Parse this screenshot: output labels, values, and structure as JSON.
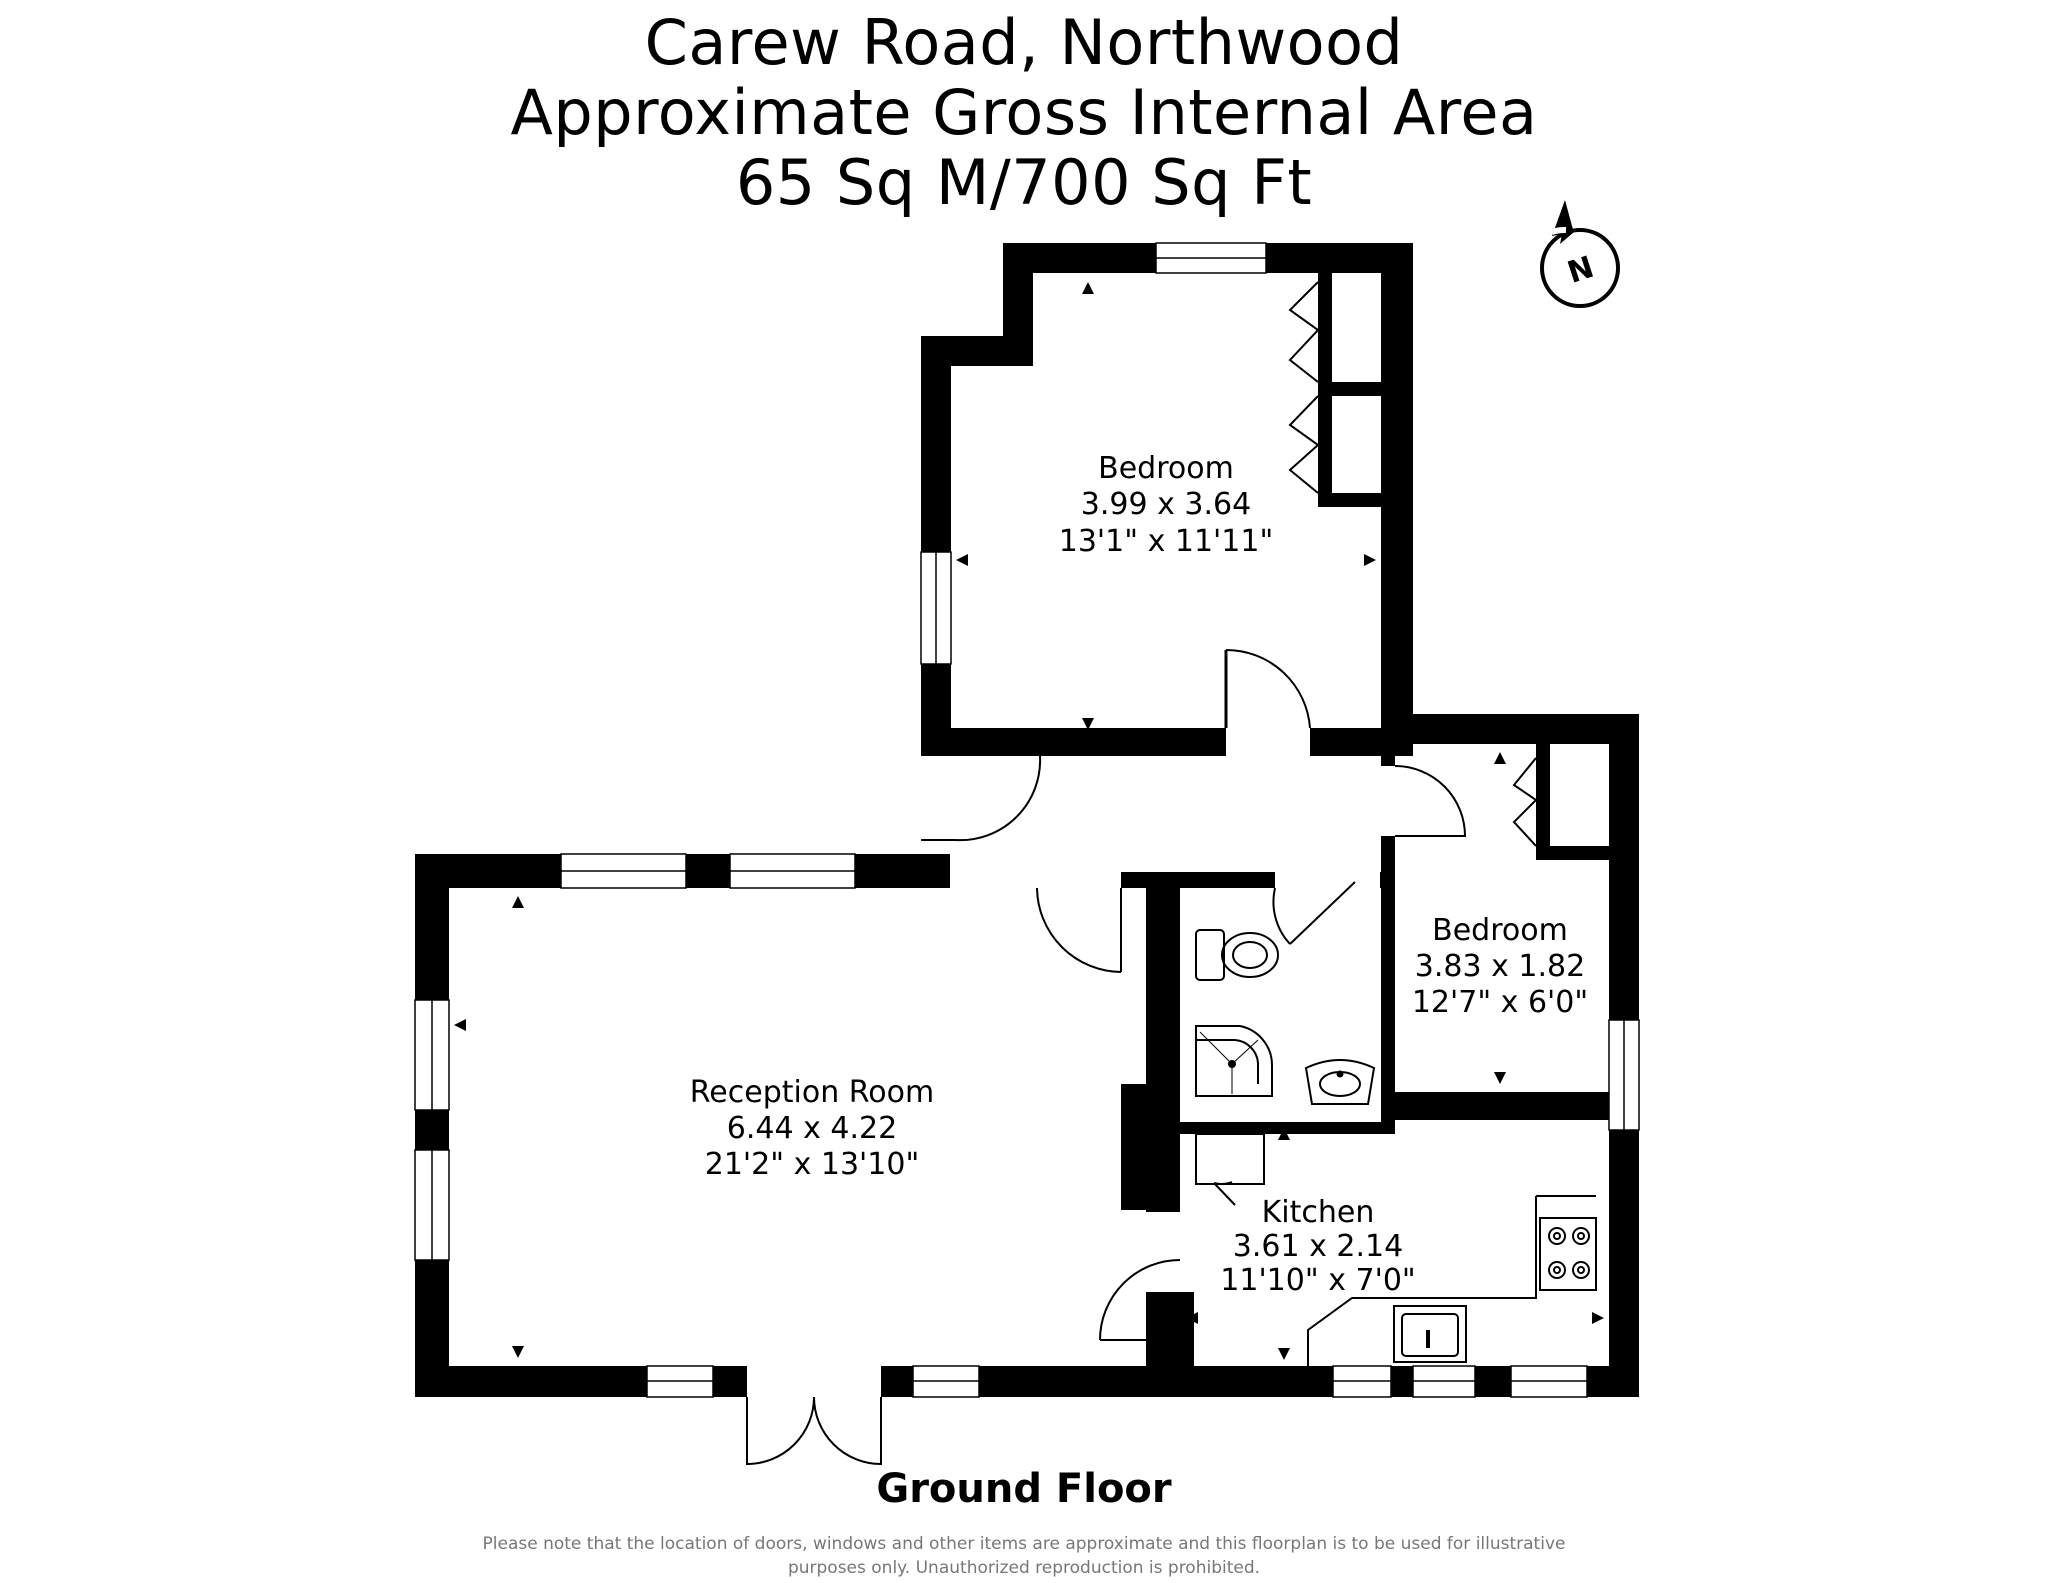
{
  "header": {
    "line1": "Carew Road, Northwood",
    "line2": "Approximate Gross Internal Area",
    "line3": "65 Sq M/700 Sq Ft"
  },
  "compass": {
    "label": "N"
  },
  "rooms": {
    "bedroom1": {
      "name": "Bedroom",
      "metric": "3.99 x 3.64",
      "imperial": "13'1\" x 11'11\""
    },
    "bedroom2": {
      "name": "Bedroom",
      "metric": "3.83 x 1.82",
      "imperial": "12'7\" x 6'0\""
    },
    "reception": {
      "name": "Reception Room",
      "metric": "6.44 x 4.22",
      "imperial": "21'2\" x 13'10\""
    },
    "kitchen": {
      "name": "Kitchen",
      "metric": "3.61 x 2.14",
      "imperial": "11'10\" x 7'0\""
    }
  },
  "floor_label": "Ground Floor",
  "disclaimer": {
    "line1": "Please note that the location of doors, windows and other items are approximate and this floorplan is to be used for illustrative",
    "line2": "purposes only. Unauthorized reproduction is prohibited."
  }
}
